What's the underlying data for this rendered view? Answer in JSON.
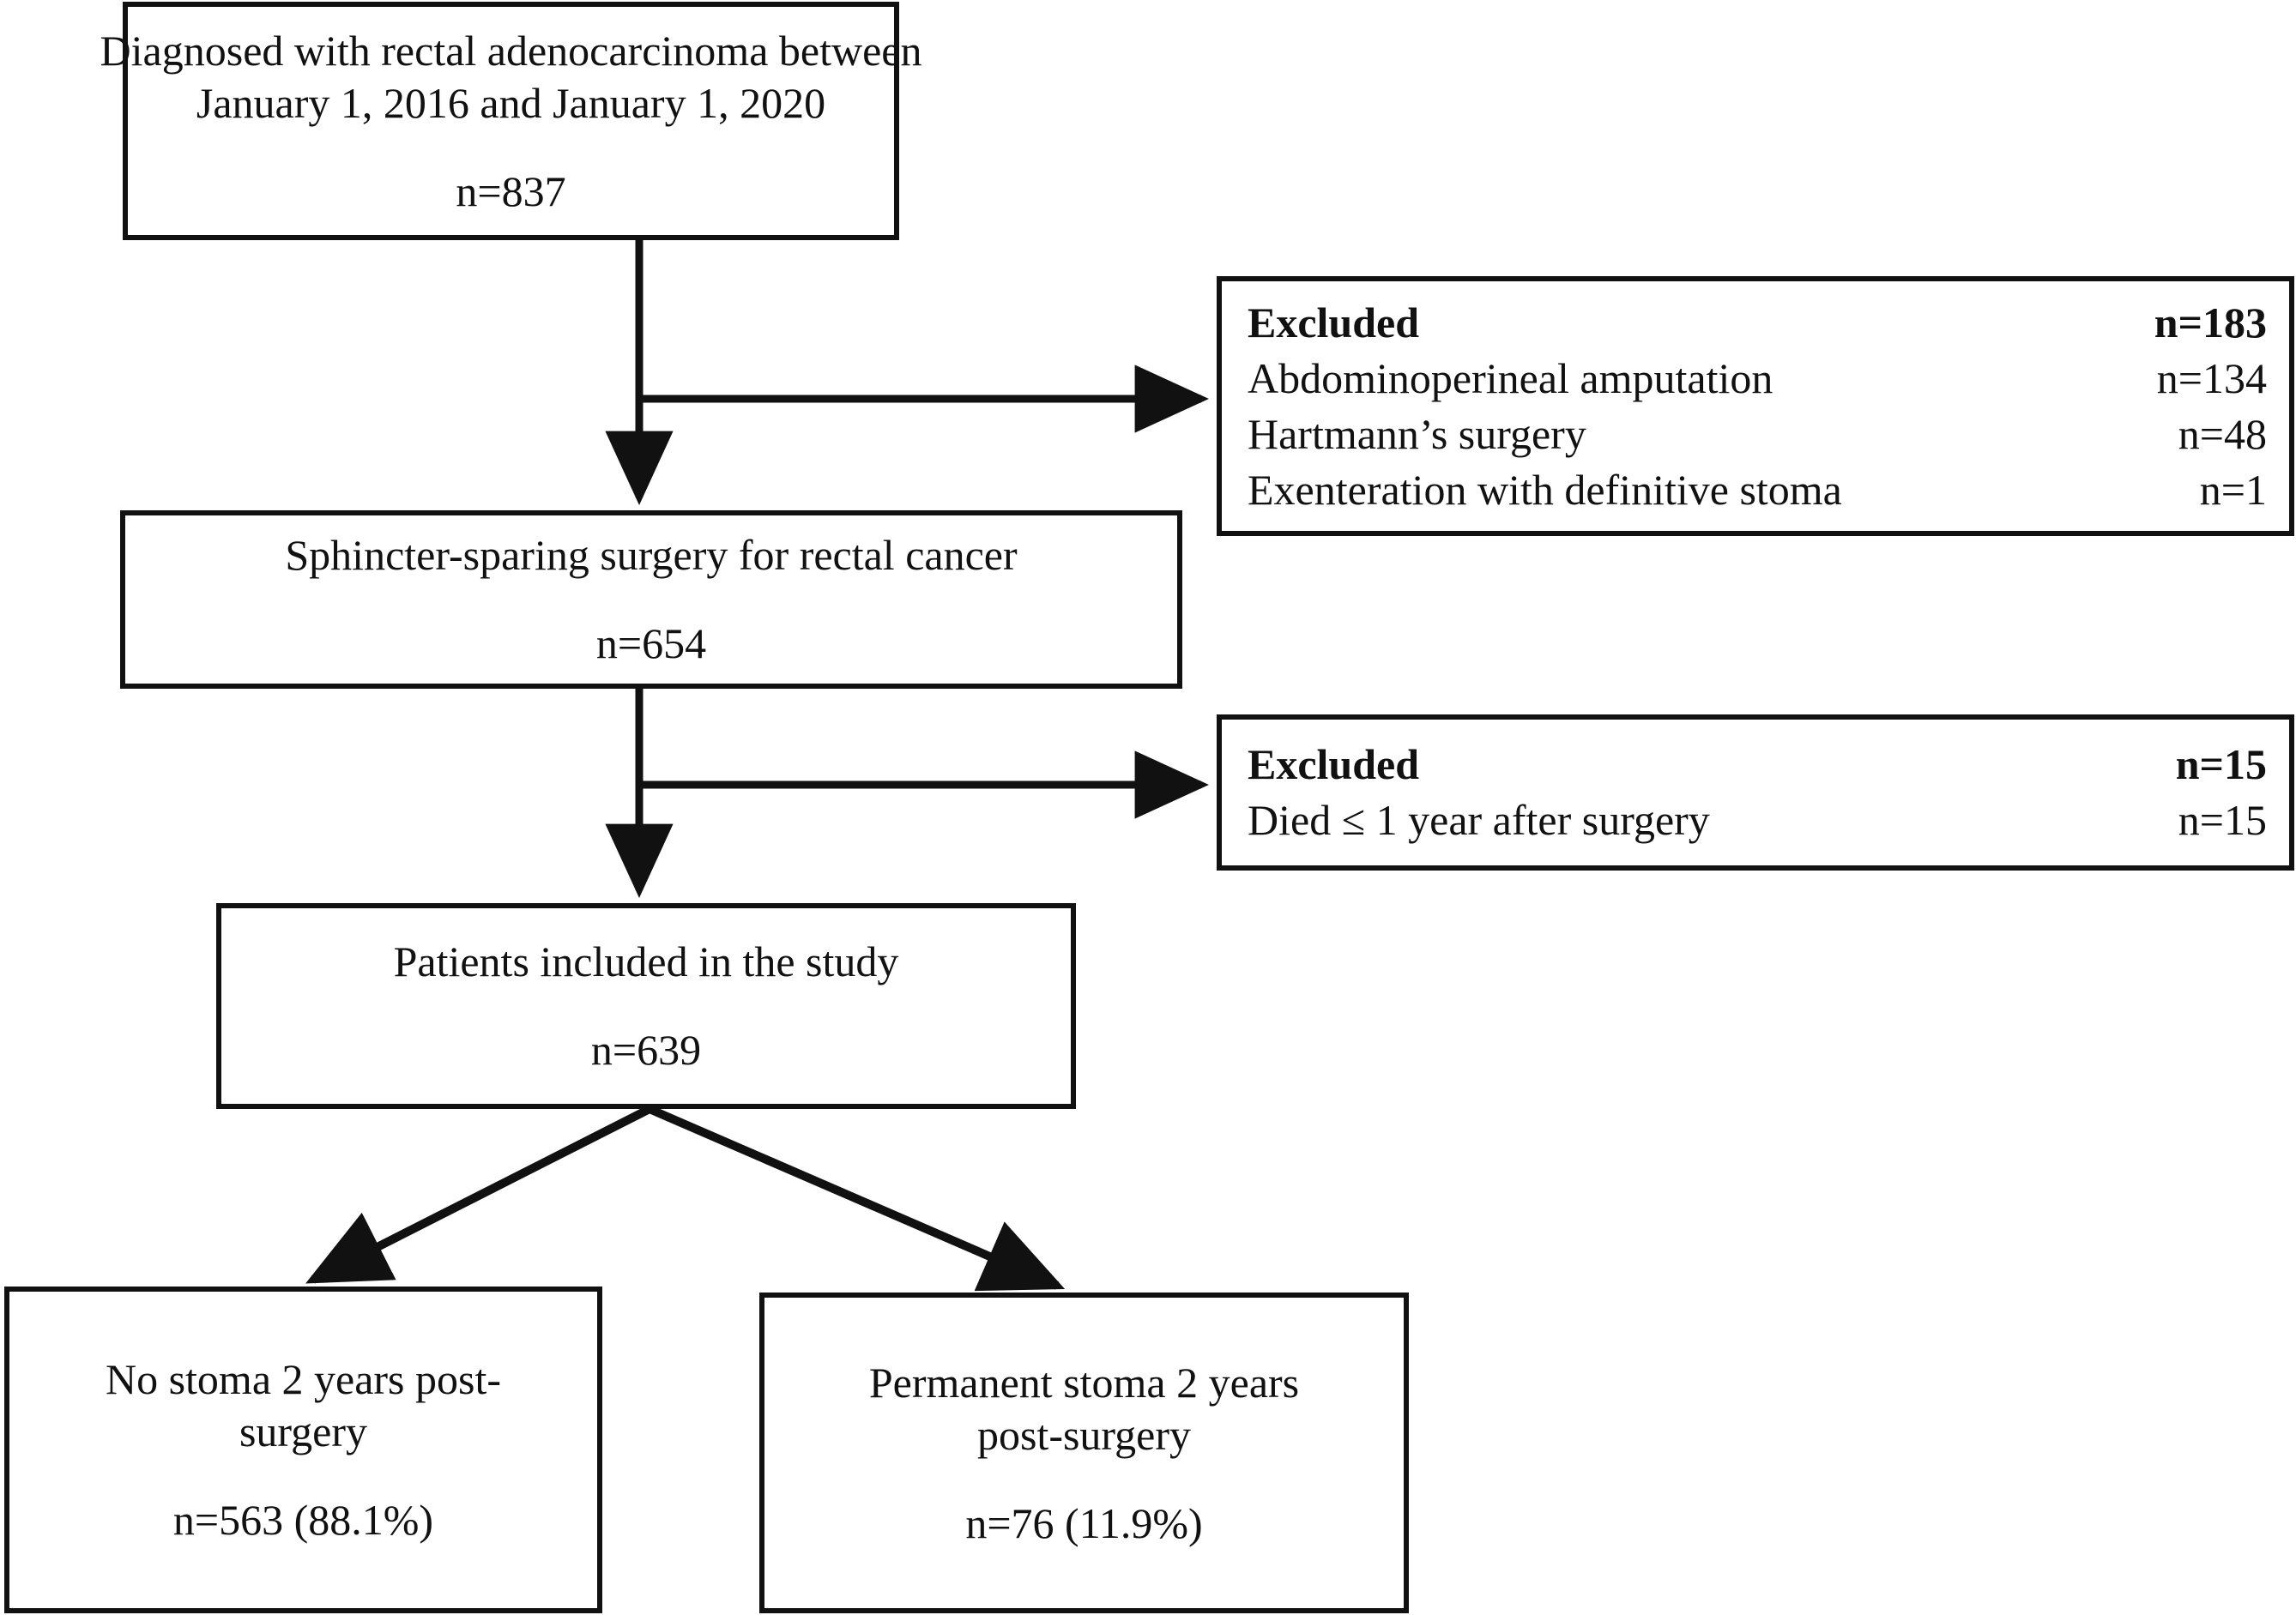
{
  "diagram": {
    "type": "flowchart",
    "title": "Patient selection flow diagram",
    "nodes": {
      "diagnosed": {
        "line1": "Diagnosed with rectal adenocarcinoma between",
        "line2": "January 1, 2016 and January 1, 2020",
        "count": "n=837"
      },
      "sphincter": {
        "line1": "Sphincter-sparing surgery for rectal cancer",
        "count": "n=654"
      },
      "included": {
        "line1": "Patients included in the study",
        "count": "n=639"
      },
      "no_stoma": {
        "line1": "No stoma 2 years post-",
        "line2": "surgery",
        "count": "n=563 (88.1%)"
      },
      "permanent_stoma": {
        "line1": "Permanent stoma 2 years",
        "line2": "post-surgery",
        "count": "n=76 (11.9%)"
      }
    },
    "excluded_1": {
      "rows": [
        {
          "label": "Excluded",
          "value": "n=183"
        },
        {
          "label": "Abdominoperineal amputation",
          "value": "n=134"
        },
        {
          "label": "Hartmann’s surgery",
          "value": "n=48"
        },
        {
          "label": "Exenteration with definitive stoma",
          "value": "n=1"
        }
      ]
    },
    "excluded_2": {
      "rows": [
        {
          "label": "Excluded",
          "value": "n=15"
        },
        {
          "label": "Died ≤ 1 year after surgery",
          "value": "n=15"
        }
      ]
    },
    "colors": {
      "stroke": "#111111",
      "background": "#ffffff",
      "text": "#111111"
    }
  }
}
